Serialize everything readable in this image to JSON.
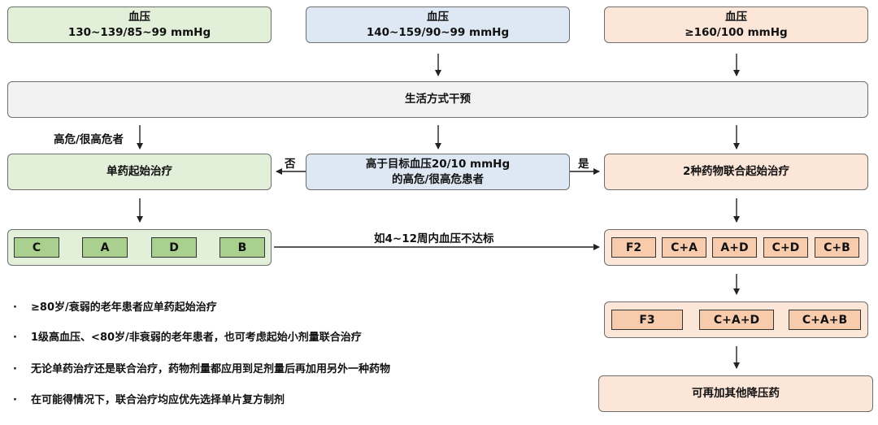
{
  "top_boxes": [
    {
      "line1": "血压",
      "line2": "130~139/85~99 mmHg"
    },
    {
      "line1": "血压",
      "line2": "140~159/90~99 mmHg"
    },
    {
      "line1": "血压",
      "line2": "≥160/100 mmHg"
    }
  ],
  "lifestyle": "生活方式干预",
  "high_risk_label": "高危/很高危者",
  "mono_start": "单药起始治疗",
  "decision": {
    "line1": "高于目标血压20/10 mmHg",
    "line2": "的高危/很高危患者"
  },
  "no_label": "否",
  "yes_label": "是",
  "combo_start": "2种药物联合起始治疗",
  "mono_drugs": [
    "C",
    "A",
    "D",
    "B"
  ],
  "not_reached": "如4~12周内血压不达标",
  "f2_drugs": [
    "F2",
    "C+A",
    "A+D",
    "C+D",
    "C+B"
  ],
  "f3_drugs": [
    "F3",
    "C+A+D",
    "C+A+B"
  ],
  "final": "可再加其他降压药",
  "bullets": [
    {
      "marker": "·",
      "text": "≥80岁/衰弱的老年患者应单药起始治疗"
    },
    {
      "marker": "·",
      "text": "1级高血压、<80岁/非衰弱的老年患者，也可考虑起始小剂量联合治疗"
    },
    {
      "marker": "·",
      "text": "无论单药治疗还是联合治疗，药物剂量都应用到足剂量后再加用另外一种药物"
    },
    {
      "marker": "·",
      "text": "在可能得情况下，联合治疗均应优先选择单片复方制剂"
    }
  ],
  "colors": {
    "green": "#e2efd9",
    "blue": "#dde8f4",
    "peach": "#fbe6d8",
    "gray": "#f2f2f2",
    "chip_green": "#a9d08e",
    "chip_orange": "#f8cbad"
  }
}
